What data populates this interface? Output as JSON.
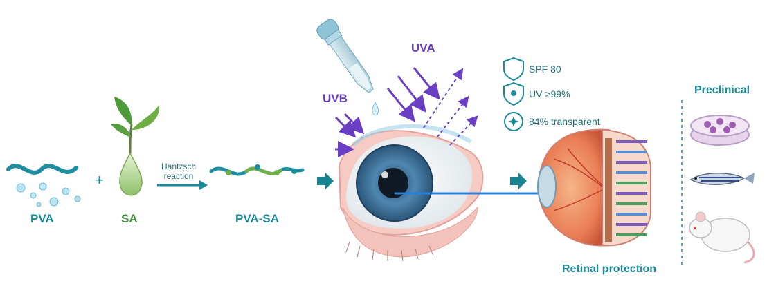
{
  "labels": {
    "pva": "PVA",
    "plus": "+",
    "sa": "SA",
    "reaction_line1": "Hantzsch",
    "reaction_line2": "reaction",
    "pva_sa": "PVA-SA",
    "uvb": "UVB",
    "uva": "UVA",
    "retinal_protection": "Retinal protection",
    "preclinical": "Preclinical"
  },
  "features": [
    {
      "icon": "shield-icon",
      "text": "SPF 80"
    },
    {
      "icon": "sun-shield-icon",
      "text": "UV >99%"
    },
    {
      "icon": "sparkle-icon",
      "text": "84% transparent"
    }
  ],
  "colors": {
    "teal": "#1a8a99",
    "green": "#3f8f3a",
    "uv_purple": "#6a3fc4",
    "light_blue": "#2a7fd9"
  }
}
